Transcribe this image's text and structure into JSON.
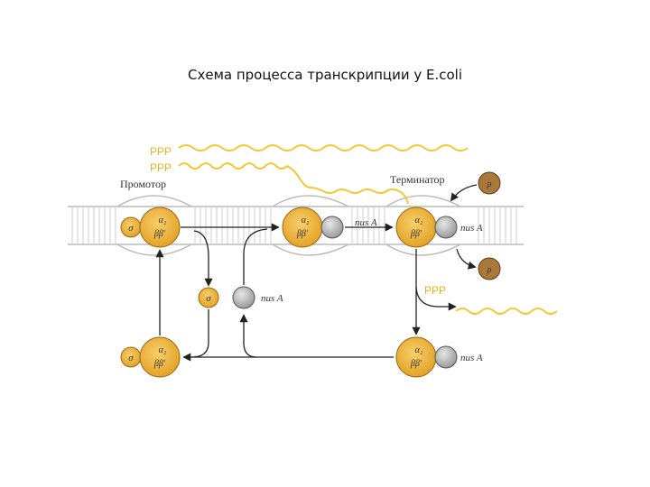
{
  "title": "Схема процесса транскрипции у E.coli",
  "labels": {
    "ppp_top": "PPP",
    "ppp_second": "PPP",
    "ppp_released": "PPP",
    "promoter": "Промотор",
    "terminator": "Терминатор",
    "nusA_complex2": "nus A",
    "nusA_complex3": "nus A",
    "nusA_free": "nus A",
    "nusA_complex4": "nus A",
    "sigma": "σ",
    "rho": "ρ",
    "alpha2": "α₂",
    "betabeta": "ββ′"
  },
  "colors": {
    "enzyme": "#f0b63a",
    "enzyme_stroke": "#9a6a12",
    "rho": "#a8793a",
    "nusA": "#c8c8c8",
    "rna": "#f2c832",
    "dna": "#d8d8d8"
  }
}
